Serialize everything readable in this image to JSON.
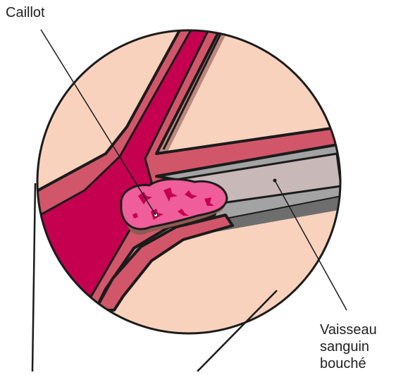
{
  "labels": {
    "clot": "Caillot",
    "vessel_line1": "Vaisseau",
    "vessel_line2": "sanguin",
    "vessel_line3": "bouché"
  },
  "colors": {
    "background_tissue": "#f9d2be",
    "vessel_wall": "#d2566a",
    "vessel_outline": "#1b1b1b",
    "vessel_shadow": "#b07b74",
    "blood": "#c4004f",
    "blocked_vessel_gray": "#a3a3a3",
    "blocked_vessel_lumen": "#c8b8b8",
    "clot_pink": "#ef5d9a",
    "clot_dark": "#c4004f",
    "clot_shadow": "#8d5a52",
    "leader_lines": "#1b1b1b"
  }
}
